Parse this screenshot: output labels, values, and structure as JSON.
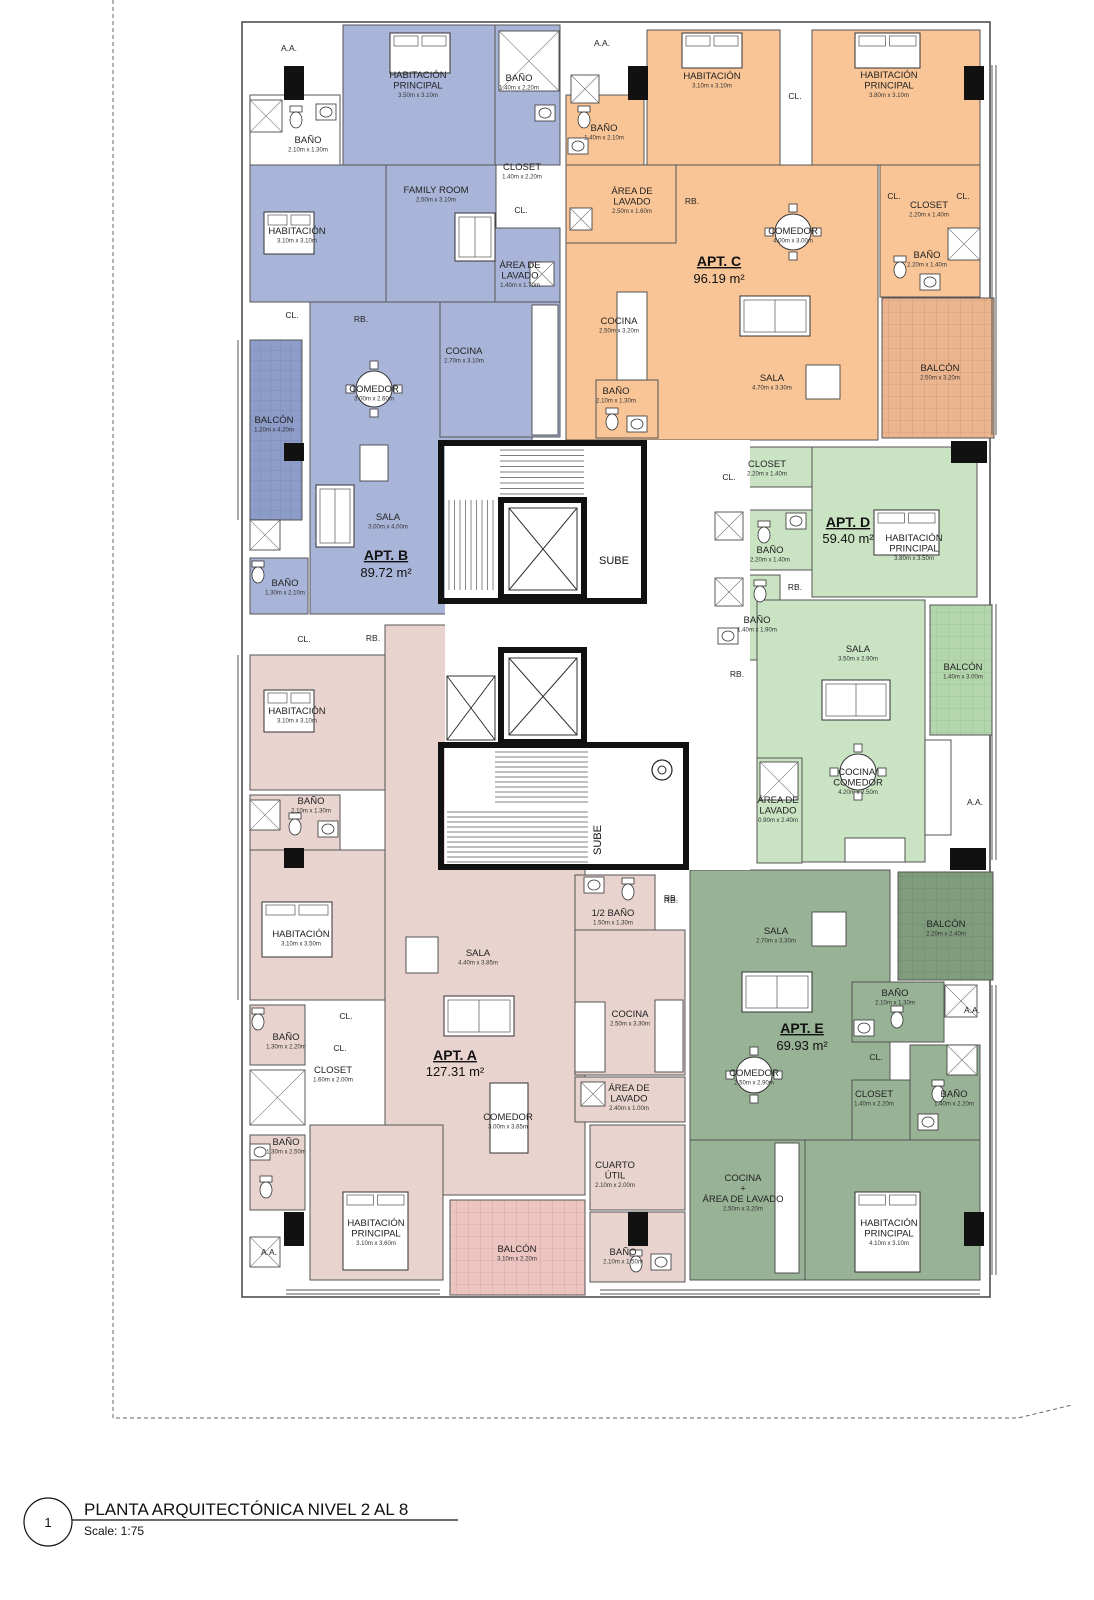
{
  "colors": {
    "apt_a": "#e8d3cf",
    "apt_b": "#a9b5d8",
    "apt_c": "#f9c596",
    "apt_d": "#c9e3c3",
    "apt_e": "#98b295",
    "balcony_tile": "#e9b891",
    "wall": "#444444",
    "core_wall": "#111111"
  },
  "apartments": {
    "a": {
      "name": "APT. A",
      "area": "127.31 m²"
    },
    "b": {
      "name": "APT. B",
      "area": "89.72 m²"
    },
    "c": {
      "name": "APT. C",
      "area": "96.19 m²"
    },
    "d": {
      "name": "APT. D",
      "area": "59.40 m²"
    },
    "e": {
      "name": "APT. E",
      "area": "69.93 m²"
    }
  },
  "rooms": [
    {
      "id": "b-aa",
      "lines": [
        "A.A."
      ],
      "dims": ""
    },
    {
      "id": "b-hab-principal",
      "lines": [
        "HABITACIÓN",
        "PRINCIPAL"
      ],
      "dims": "3.50m x 3.10m"
    },
    {
      "id": "b-bano-1",
      "lines": [
        "BAÑO"
      ],
      "dims": "1.40m x 2.20m"
    },
    {
      "id": "b-bano-2",
      "lines": [
        "BAÑO"
      ],
      "dims": "2.10m x 1.30m"
    },
    {
      "id": "b-closet",
      "lines": [
        "CLOSET"
      ],
      "dims": "1.40m x 2.20m"
    },
    {
      "id": "b-cl-1",
      "lines": [
        "CL."
      ],
      "dims": ""
    },
    {
      "id": "b-family",
      "lines": [
        "FAMILY ROOM"
      ],
      "dims": "2.50m x 3.10m"
    },
    {
      "id": "b-habitacion",
      "lines": [
        "HABITACIÓN"
      ],
      "dims": "3.10m x 3.10m"
    },
    {
      "id": "b-lavado",
      "lines": [
        "ÁREA DE",
        "LAVADO"
      ],
      "dims": "1.40m x 1.70m"
    },
    {
      "id": "b-cl-2",
      "lines": [
        "CL."
      ],
      "dims": ""
    },
    {
      "id": "b-rb",
      "lines": [
        "RB."
      ],
      "dims": ""
    },
    {
      "id": "b-cocina",
      "lines": [
        "COCINA"
      ],
      "dims": "2.70m x 3.10m"
    },
    {
      "id": "b-comedor",
      "lines": [
        "COMEDOR"
      ],
      "dims": "3.00m x 2.60m"
    },
    {
      "id": "b-balcon",
      "lines": [
        "BALCÓN"
      ],
      "dims": "1.20m x 4.20m"
    },
    {
      "id": "b-sala",
      "lines": [
        "SALA"
      ],
      "dims": "3.00m x 4.00m"
    },
    {
      "id": "b-bano-3",
      "lines": [
        "BAÑO"
      ],
      "dims": "1.30m x 2.10m"
    },
    {
      "id": "c-aa",
      "lines": [
        "A.A."
      ],
      "dims": ""
    },
    {
      "id": "c-habitacion",
      "lines": [
        "HABITACIÓN"
      ],
      "dims": "3.10m x 3.10m"
    },
    {
      "id": "c-cl-1",
      "lines": [
        "CL."
      ],
      "dims": ""
    },
    {
      "id": "c-hab-principal",
      "lines": [
        "HABITACIÓN",
        "PRINCIPAL"
      ],
      "dims": "3.80m x 3.10m"
    },
    {
      "id": "c-bano-1",
      "lines": [
        "BAÑO"
      ],
      "dims": "1.40m x 2.10m"
    },
    {
      "id": "c-lavado",
      "lines": [
        "ÁREA DE",
        "LAVADO"
      ],
      "dims": "2.50m x 1.60m"
    },
    {
      "id": "c-rb",
      "lines": [
        "RB."
      ],
      "dims": ""
    },
    {
      "id": "c-comedor",
      "lines": [
        "COMEDOR"
      ],
      "dims": "4.00m x 3.00m"
    },
    {
      "id": "c-cl-2",
      "lines": [
        "CL."
      ],
      "dims": ""
    },
    {
      "id": "c-cl-3",
      "lines": [
        "CL."
      ],
      "dims": ""
    },
    {
      "id": "c-closet",
      "lines": [
        "CLOSET"
      ],
      "dims": "2.20m x 1.40m"
    },
    {
      "id": "c-bano-2",
      "lines": [
        "BAÑO"
      ],
      "dims": "2.20m x 1.40m"
    },
    {
      "id": "c-cocina",
      "lines": [
        "COCINA"
      ],
      "dims": "2.50m x 3.20m"
    },
    {
      "id": "c-sala",
      "lines": [
        "SALA"
      ],
      "dims": "4.70m x 3.30m"
    },
    {
      "id": "c-balcon",
      "lines": [
        "BALCÓN"
      ],
      "dims": "2.50m x 3.20m"
    },
    {
      "id": "c-bano-3",
      "lines": [
        "BAÑO"
      ],
      "dims": "2.10m x 1.30m"
    },
    {
      "id": "d-cl-1",
      "lines": [
        "CL."
      ],
      "dims": ""
    },
    {
      "id": "d-closet",
      "lines": [
        "CLOSET"
      ],
      "dims": "2.20m x 1.40m"
    },
    {
      "id": "d-hab-principal",
      "lines": [
        "HABITACIÓN",
        "PRINCIPAL"
      ],
      "dims": "3.80m x 3.50m"
    },
    {
      "id": "d-bano-1",
      "lines": [
        "BAÑO"
      ],
      "dims": "2.20m x 1.40m"
    },
    {
      "id": "d-rb",
      "lines": [
        "RB."
      ],
      "dims": ""
    },
    {
      "id": "d-bano-2",
      "lines": [
        "BAÑO"
      ],
      "dims": "1.40m x 1.90m"
    },
    {
      "id": "d-sala",
      "lines": [
        "SALA"
      ],
      "dims": "3.50m x 2.90m"
    },
    {
      "id": "d-balcon",
      "lines": [
        "BALCÓN"
      ],
      "dims": "1.40m x 3.00m"
    },
    {
      "id": "d-rb-2",
      "lines": [
        "RB."
      ],
      "dims": ""
    },
    {
      "id": "d-cocina",
      "lines": [
        "COCINA/",
        "COMEDOR"
      ],
      "dims": "4.20m x 2.50m"
    },
    {
      "id": "d-lavado",
      "lines": [
        "ÁREA DE",
        "LAVADO"
      ],
      "dims": "0.90m x 2.40m"
    },
    {
      "id": "d-aa",
      "lines": [
        "A.A."
      ],
      "dims": ""
    },
    {
      "id": "a-cl-1",
      "lines": [
        "CL."
      ],
      "dims": ""
    },
    {
      "id": "a-rb",
      "lines": [
        "RB."
      ],
      "dims": ""
    },
    {
      "id": "a-habitacion-1",
      "lines": [
        "HABITACIÓN"
      ],
      "dims": "3.10m x 3.10m"
    },
    {
      "id": "a-bano-1",
      "lines": [
        "BAÑO"
      ],
      "dims": "2.10m x 1.30m"
    },
    {
      "id": "a-habitacion-2",
      "lines": [
        "HABITACIÓN"
      ],
      "dims": "3.10m x 3.50m"
    },
    {
      "id": "a-half-bano",
      "lines": [
        "1/2 BAÑO"
      ],
      "dims": "1.50m x 1.30m"
    },
    {
      "id": "a-rb-2",
      "lines": [
        "RB."
      ],
      "dims": ""
    },
    {
      "id": "a-sala",
      "lines": [
        "SALA"
      ],
      "dims": "4.40m x 3.85m"
    },
    {
      "id": "a-cl-2",
      "lines": [
        "CL."
      ],
      "dims": ""
    },
    {
      "id": "a-bano-2",
      "lines": [
        "BAÑO"
      ],
      "dims": "1.30m x 2.20m"
    },
    {
      "id": "a-cl-3",
      "lines": [
        "CL."
      ],
      "dims": ""
    },
    {
      "id": "a-closet",
      "lines": [
        "CLOSET"
      ],
      "dims": "1.60m x 2.00m"
    },
    {
      "id": "a-cocina",
      "lines": [
        "COCINA"
      ],
      "dims": "2.50m x 3.30m"
    },
    {
      "id": "a-lavado",
      "lines": [
        "ÁREA DE",
        "LAVADO"
      ],
      "dims": "2.40m x 1.00m"
    },
    {
      "id": "a-comedor",
      "lines": [
        "COMEDOR"
      ],
      "dims": "3.00m x 3.65m"
    },
    {
      "id": "a-bano-3",
      "lines": [
        "BAÑO"
      ],
      "dims": "1.30m x 2.50m"
    },
    {
      "id": "a-cuarto-util",
      "lines": [
        "CUARTO",
        "ÚTIL"
      ],
      "dims": "2.10m x 2.00m"
    },
    {
      "id": "a-hab-principal",
      "lines": [
        "HABITACIÓN",
        "PRINCIPAL"
      ],
      "dims": "3.10m x 3.60m"
    },
    {
      "id": "a-balcon",
      "lines": [
        "BALCÓN"
      ],
      "dims": "3.10m x 2.20m"
    },
    {
      "id": "a-bano-4",
      "lines": [
        "BAÑO"
      ],
      "dims": "2.10m x 1.50m"
    },
    {
      "id": "a-aa",
      "lines": [
        "A.A."
      ],
      "dims": ""
    },
    {
      "id": "e-rb",
      "lines": [
        "RB."
      ],
      "dims": ""
    },
    {
      "id": "e-sala",
      "lines": [
        "SALA"
      ],
      "dims": "2.70m x 3.30m"
    },
    {
      "id": "e-balcon",
      "lines": [
        "BALCÓN"
      ],
      "dims": "2.20m x 2.40m"
    },
    {
      "id": "e-bano-1",
      "lines": [
        "BAÑO"
      ],
      "dims": "2.10m x 1.30m"
    },
    {
      "id": "e-aa",
      "lines": [
        "A.A."
      ],
      "dims": ""
    },
    {
      "id": "e-cl",
      "lines": [
        "CL."
      ],
      "dims": ""
    },
    {
      "id": "e-closet",
      "lines": [
        "CLOSET"
      ],
      "dims": "1.40m x 2.20m"
    },
    {
      "id": "e-bano-2",
      "lines": [
        "BAÑO"
      ],
      "dims": "1.40m x 2.20m"
    },
    {
      "id": "e-comedor",
      "lines": [
        "COMEDOR"
      ],
      "dims": "2.50m x 2.90m"
    },
    {
      "id": "e-cocina",
      "lines": [
        "COCINA",
        "+",
        "ÁREA DE LAVADO"
      ],
      "dims": "2.50m x 3.20m"
    },
    {
      "id": "e-hab-principal",
      "lines": [
        "HABITACIÓN",
        "PRINCIPAL"
      ],
      "dims": "4.10m x 3.10m"
    }
  ],
  "core": {
    "stair_label_1": "SUBE",
    "stair_label_2": "SUBE"
  },
  "title_block": {
    "number": "1",
    "title": "PLANTA ARQUITECTÓNICA NIVEL 2 AL 8",
    "scale": "Scale: 1:75"
  }
}
